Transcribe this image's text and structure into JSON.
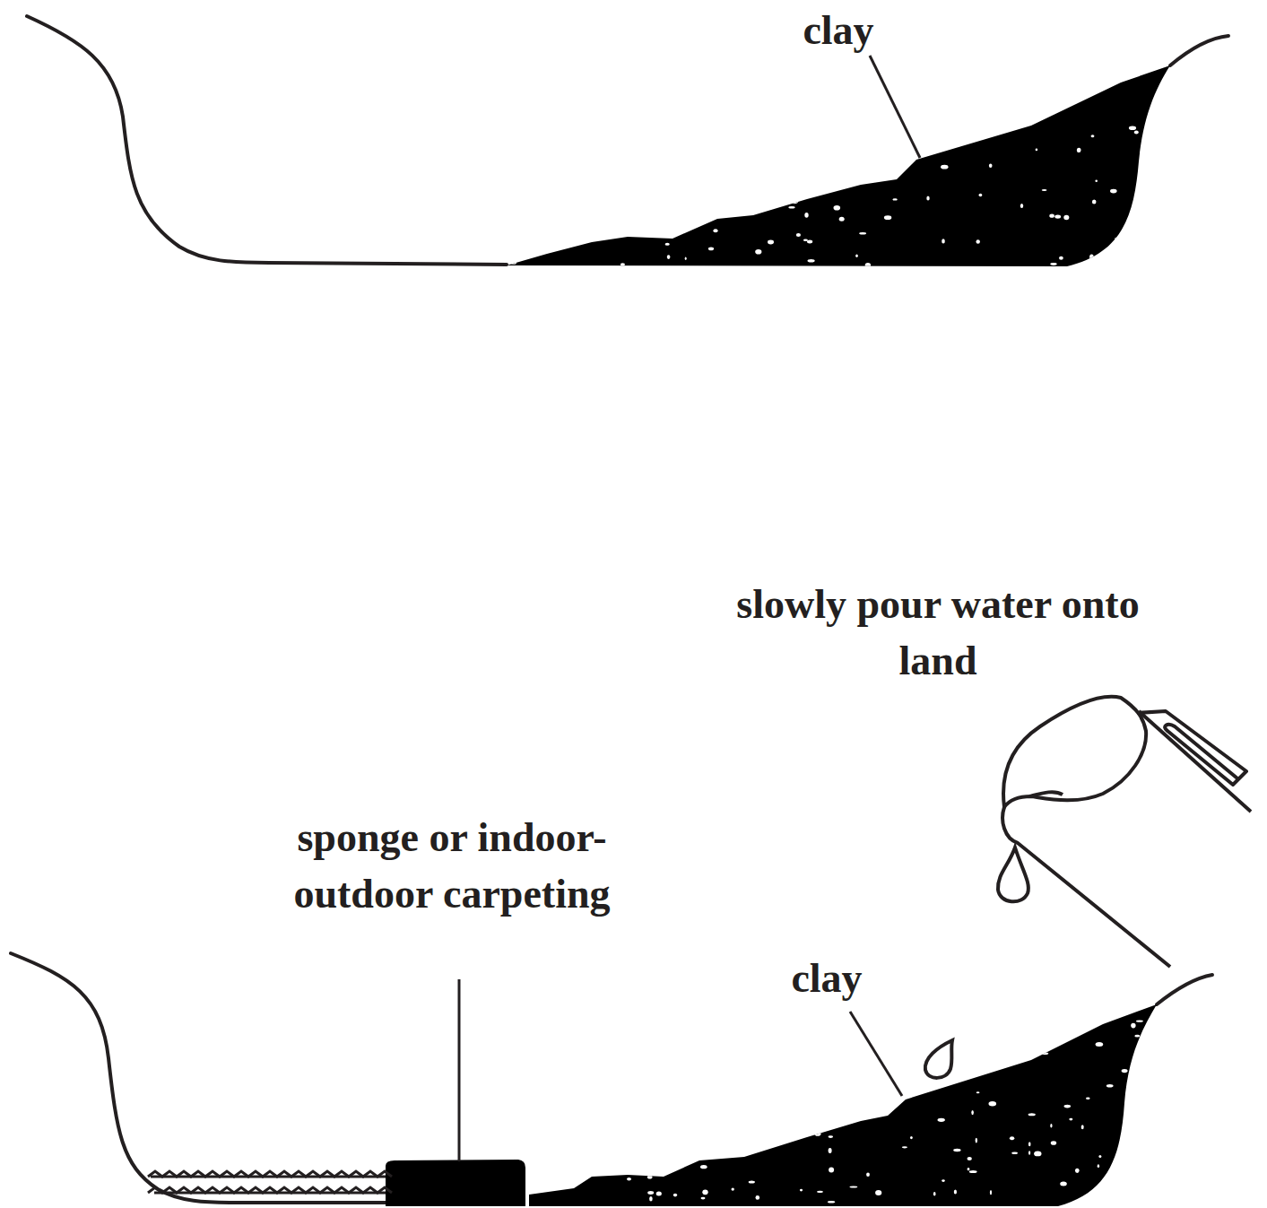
{
  "diagram": {
    "labels": [
      "clay",
      "slowly pour water onto land",
      "sponge or indoor-outdoor carpeting",
      "clay"
    ]
  }
}
